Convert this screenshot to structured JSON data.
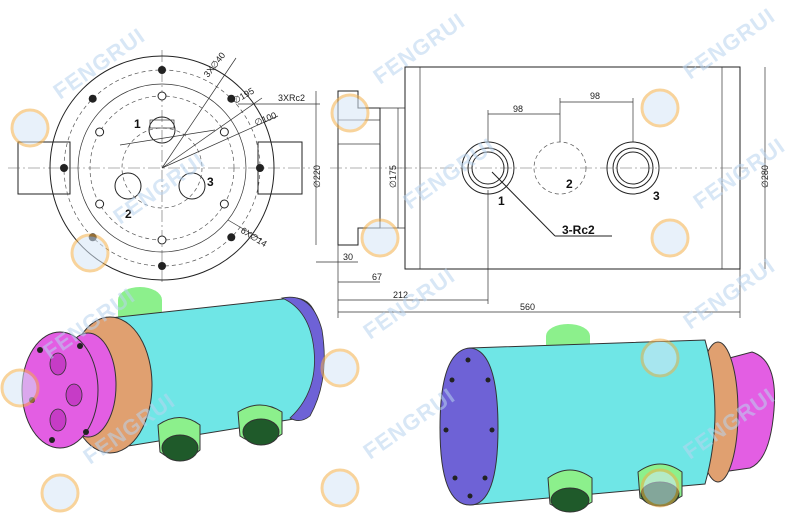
{
  "watermark": {
    "brand": "FENGRUI"
  },
  "front_view": {
    "dims": {
      "d40": "3X∅40",
      "d195": "∅195",
      "rc2": "3XRc2",
      "d100": "∅100",
      "d14": "6X∅14"
    },
    "ports": [
      "1",
      "2",
      "3"
    ]
  },
  "side_view": {
    "dims": {
      "d220": "∅220",
      "d175": "∅175",
      "w30": "30",
      "w67": "67",
      "w212": "212",
      "w560": "560"
    }
  },
  "top_view": {
    "dims": {
      "s98a": "98",
      "s98b": "98",
      "d280": "∅280"
    },
    "ports": [
      "1",
      "2",
      "3"
    ],
    "thread": "3-Rc2"
  },
  "colors": {
    "body": "#6fe6e6",
    "flange_pink": "#e35ee3",
    "flange_tan": "#e0a070",
    "nozzle": "#8cf08c",
    "end_cap": "#6e62d6"
  }
}
